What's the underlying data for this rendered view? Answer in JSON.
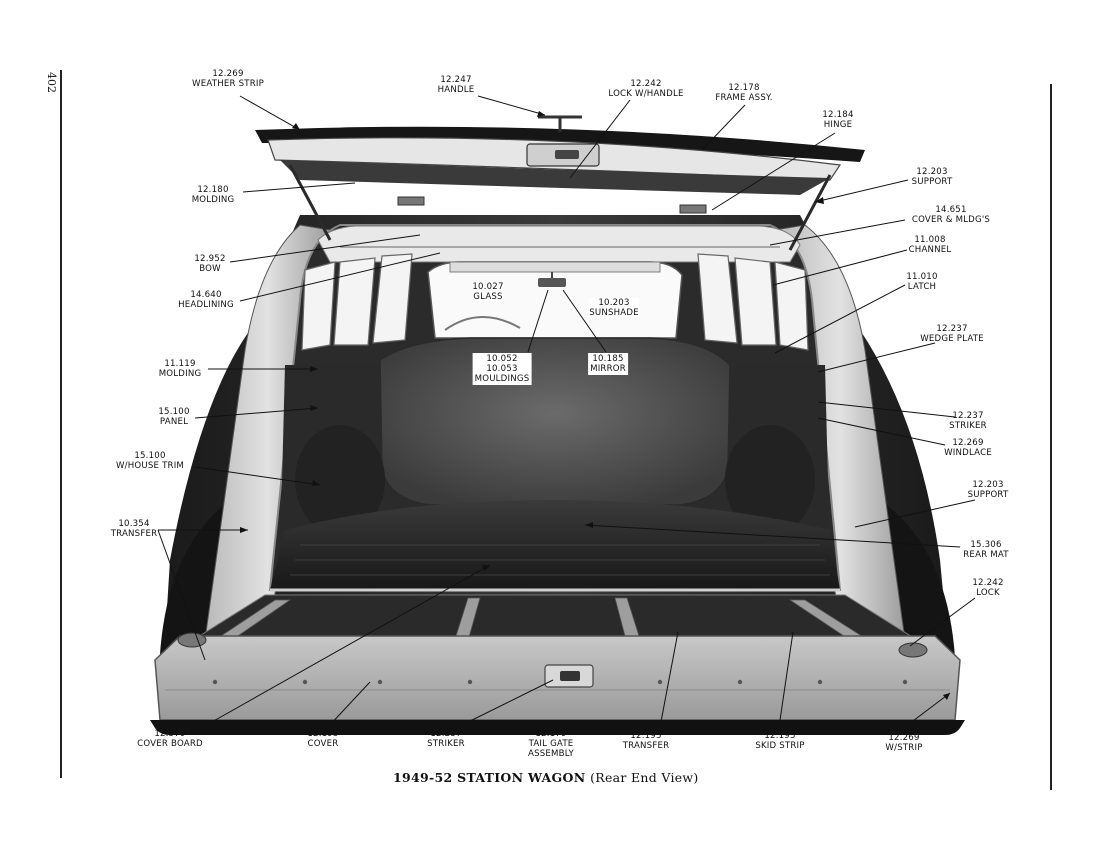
{
  "page_number": "402",
  "caption": {
    "main": "1949-52 STATION WAGON",
    "sub": "(Rear End View)"
  },
  "callouts": [
    {
      "id": "weather-strip-top",
      "lines": [
        "12.269",
        "WEATHER STRIP"
      ]
    },
    {
      "id": "handle",
      "lines": [
        "12.247",
        "HANDLE"
      ]
    },
    {
      "id": "lock-w-handle",
      "lines": [
        "12.242",
        "LOCK W/HANDLE"
      ]
    },
    {
      "id": "frame-assy",
      "lines": [
        "12.178",
        "FRAME ASSY."
      ]
    },
    {
      "id": "hinge",
      "lines": [
        "12.184",
        "HINGE"
      ]
    },
    {
      "id": "support-top",
      "lines": [
        "12.203",
        "SUPPORT"
      ]
    },
    {
      "id": "cover-mldgs",
      "lines": [
        "14.651",
        "COVER & MLDG'S"
      ]
    },
    {
      "id": "channel",
      "lines": [
        "11.008",
        "CHANNEL"
      ]
    },
    {
      "id": "latch",
      "lines": [
        "11.010",
        "LATCH"
      ]
    },
    {
      "id": "wedge-plate",
      "lines": [
        "12.237",
        "WEDGE PLATE"
      ]
    },
    {
      "id": "striker-right",
      "lines": [
        "12.237",
        "STRIKER"
      ]
    },
    {
      "id": "windlace",
      "lines": [
        "12.269",
        "WINDLACE"
      ]
    },
    {
      "id": "support-right",
      "lines": [
        "12.203",
        "SUPPORT"
      ]
    },
    {
      "id": "rear-mat",
      "lines": [
        "15.306",
        "REAR MAT"
      ]
    },
    {
      "id": "lock-right",
      "lines": [
        "12.242",
        "LOCK"
      ]
    },
    {
      "id": "molding-top",
      "lines": [
        "12.180",
        "MOLDING"
      ]
    },
    {
      "id": "bow",
      "lines": [
        "12.952",
        "BOW"
      ]
    },
    {
      "id": "headlining",
      "lines": [
        "14.640",
        "HEADLINING"
      ]
    },
    {
      "id": "molding-left",
      "lines": [
        "11.119",
        "MOLDING"
      ]
    },
    {
      "id": "panel",
      "lines": [
        "15.100",
        "PANEL"
      ]
    },
    {
      "id": "w-house-trim",
      "lines": [
        "15.100",
        "W/HOUSE TRIM"
      ]
    },
    {
      "id": "transfer-left",
      "lines": [
        "10.354",
        "TRANSFER"
      ]
    },
    {
      "id": "glass",
      "lines": [
        "10.027",
        "GLASS"
      ]
    },
    {
      "id": "sunshade",
      "lines": [
        "10.203",
        "SUNSHADE"
      ]
    },
    {
      "id": "mouldings",
      "lines": [
        "10.052",
        "10.053",
        "MOULDINGS"
      ]
    },
    {
      "id": "mirror",
      "lines": [
        "10.185",
        "MIRROR"
      ]
    },
    {
      "id": "cover-board",
      "lines": [
        "12.579",
        "COVER BOARD"
      ]
    },
    {
      "id": "cover-bottom",
      "lines": [
        "12.195",
        "COVER"
      ]
    },
    {
      "id": "striker-bottom",
      "lines": [
        "12.237",
        "STRIKER"
      ]
    },
    {
      "id": "tail-gate-assembly",
      "lines": [
        "12.179",
        "TAIL GATE",
        "ASSEMBLY"
      ]
    },
    {
      "id": "transfer-bottom",
      "lines": [
        "12.195",
        "TRANSFER"
      ]
    },
    {
      "id": "skid-strip",
      "lines": [
        "12.195",
        "SKID STRIP"
      ]
    },
    {
      "id": "w-strip",
      "lines": [
        "12.269",
        "W/STRIP"
      ]
    }
  ]
}
